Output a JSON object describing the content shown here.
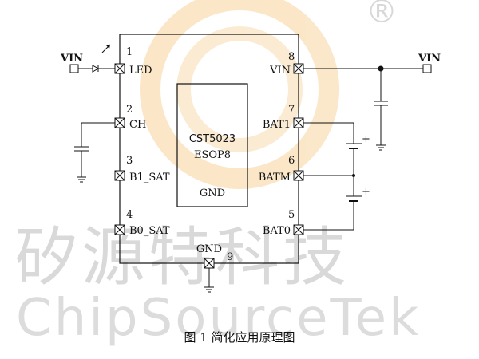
{
  "chip": {
    "name": "CST5023",
    "package": "ESOP8",
    "gnd_label": "GND"
  },
  "pins": [
    {
      "num": "1",
      "name": "LED"
    },
    {
      "num": "2",
      "name": "CH"
    },
    {
      "num": "3",
      "name": "B1_SAT"
    },
    {
      "num": "4",
      "name": "B0_SAT"
    },
    {
      "num": "5",
      "name": "BAT0"
    },
    {
      "num": "6",
      "name": "BATM"
    },
    {
      "num": "7",
      "name": "BAT1"
    },
    {
      "num": "8",
      "name": "VIN"
    },
    {
      "num": "9",
      "name": "GND"
    }
  ],
  "nets": {
    "vin_left": "VIN",
    "vin_right": "VIN"
  },
  "watermark": {
    "cn": "矽源特科技",
    "en": "ChipSourceTek",
    "reg": "®"
  },
  "caption": "图 1 简化应用原理图",
  "colors": {
    "line": "#111111",
    "watermark_gray": "#d9d9d9",
    "logo_orange": "#f6c27a"
  }
}
